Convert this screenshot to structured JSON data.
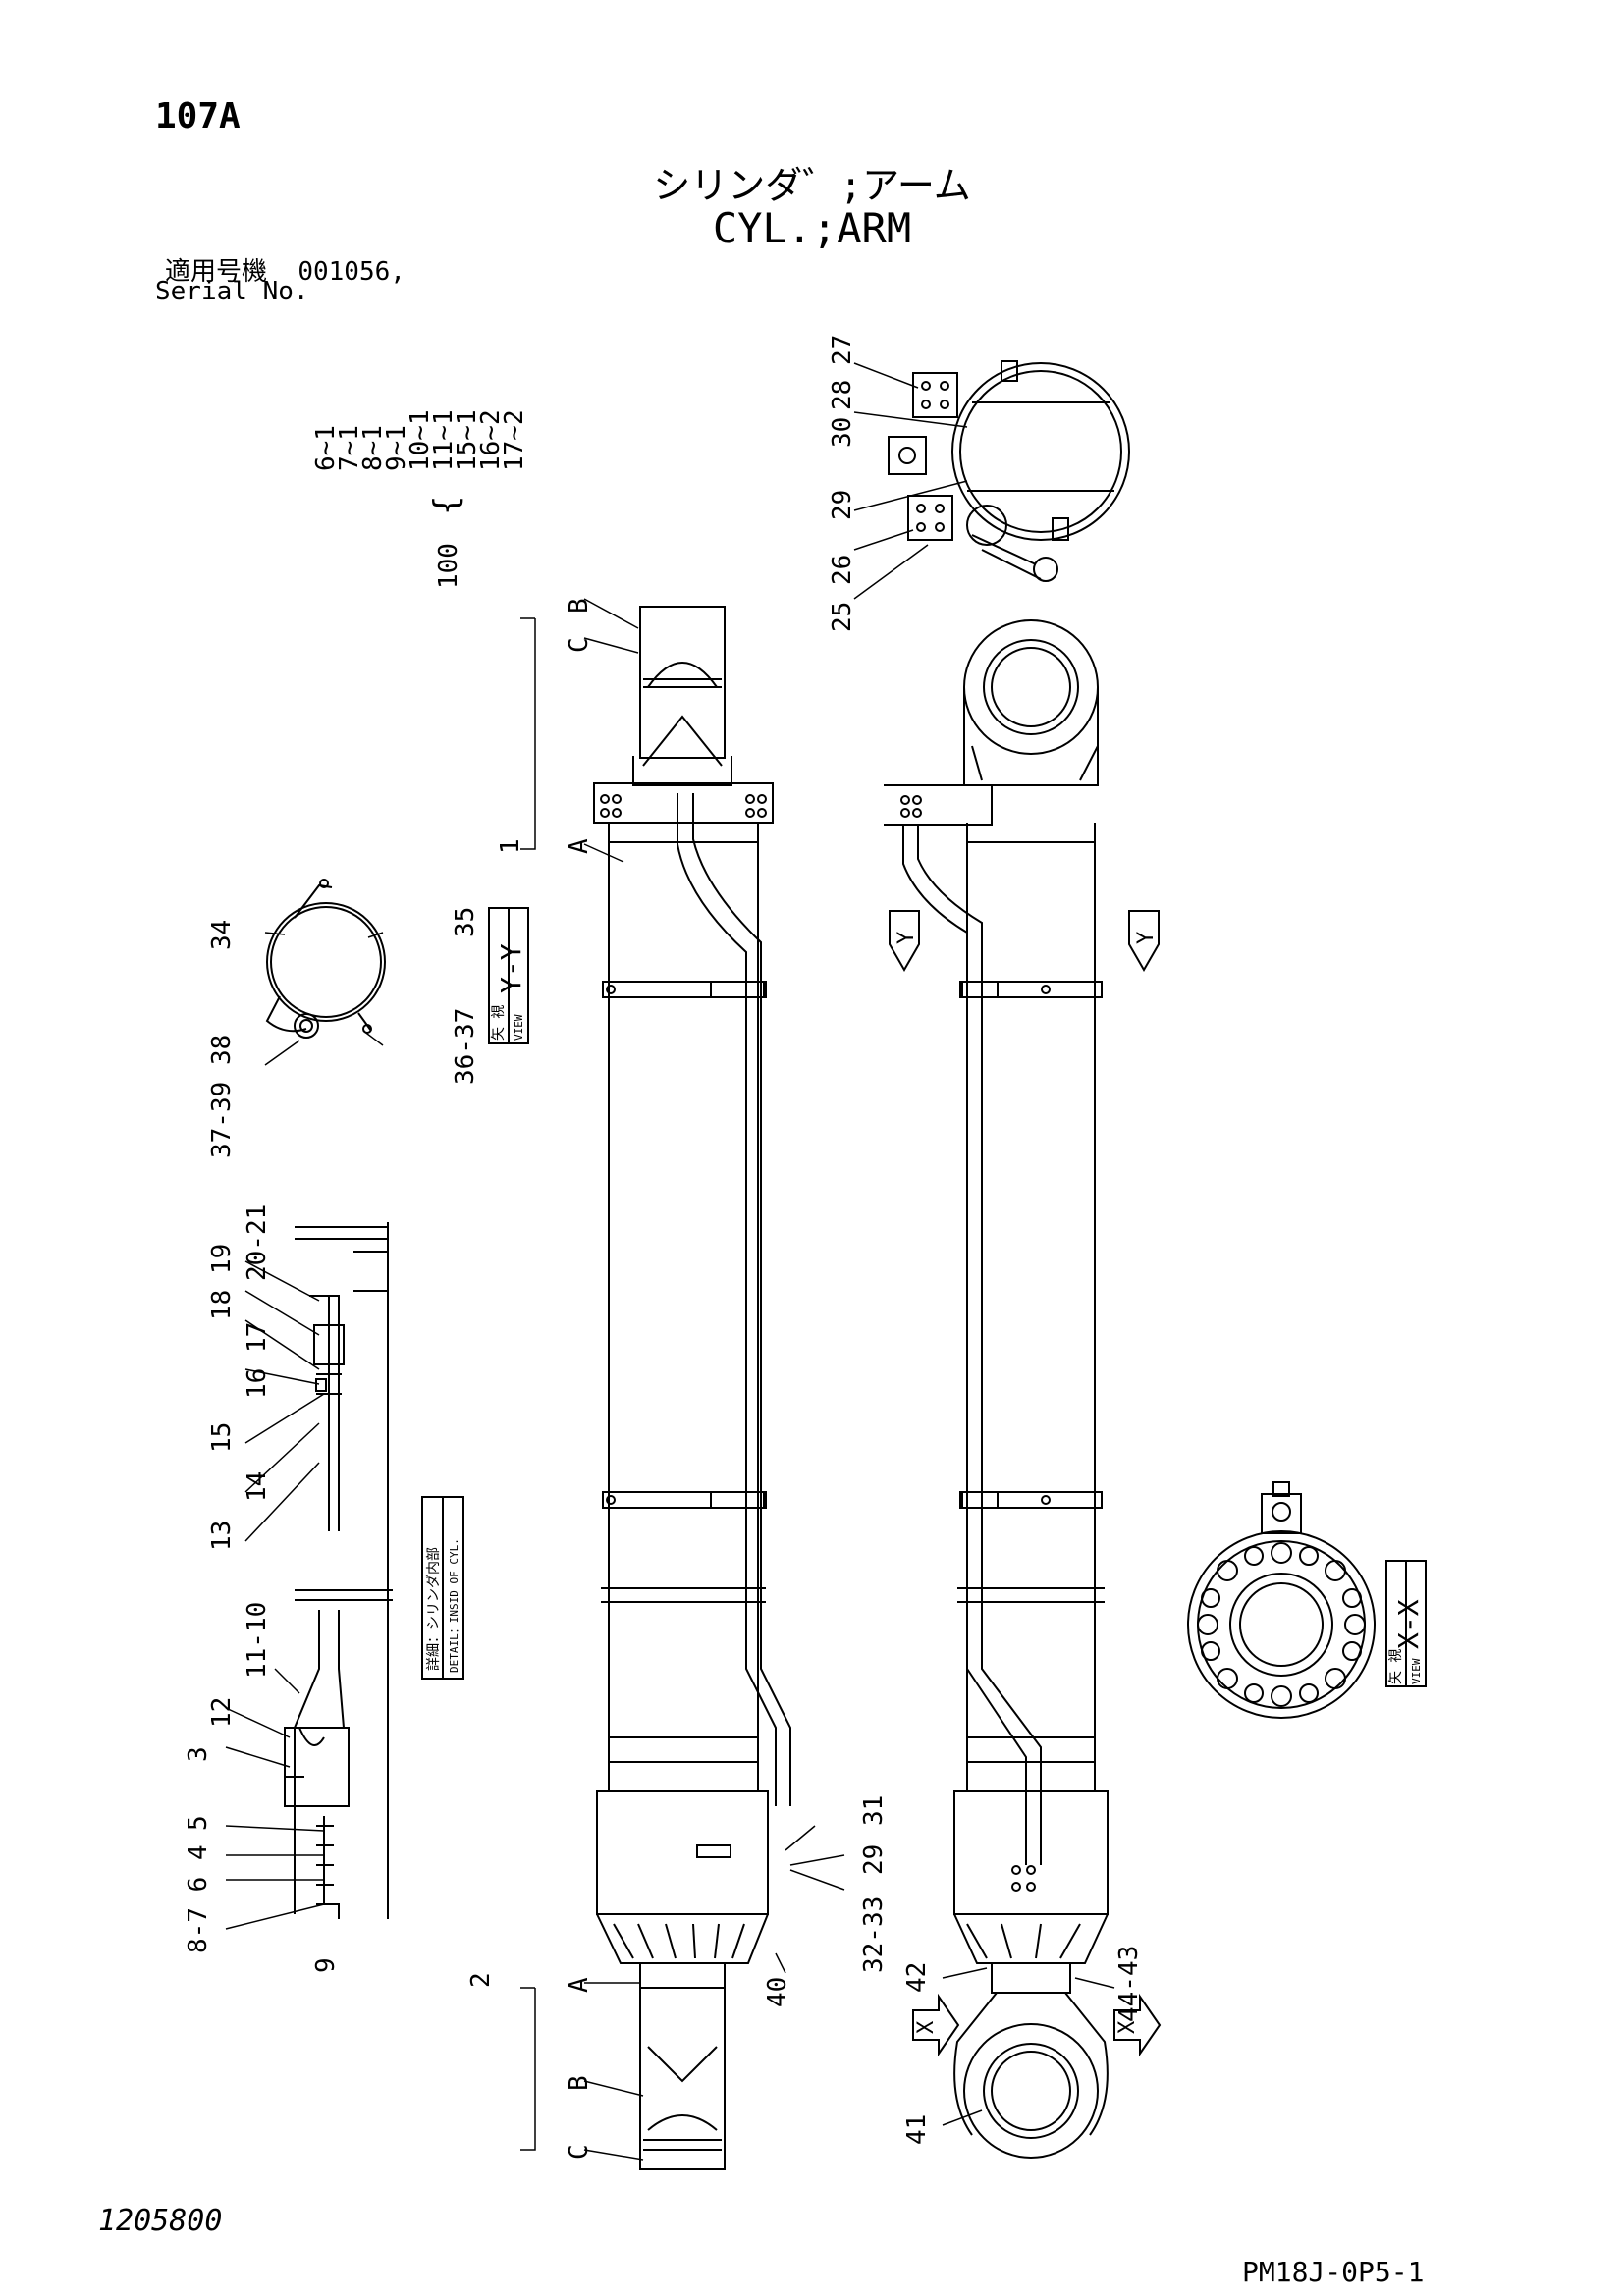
{
  "header": {
    "page_number": "107A",
    "title_jp": "シリンダ゛;アーム",
    "title_en": "CYL.;ARM",
    "serial_label_jp": "適用号機",
    "serial_value": "001056,",
    "serial_label_en": "Serial No."
  },
  "footer": {
    "drawing_number": "1205800",
    "sheet_code": "PM18J-0P5-1"
  },
  "kit": {
    "label": "100",
    "items": [
      "6~1",
      "7~1",
      "8~1",
      "9~1",
      "10~1",
      "11~1",
      "15~1",
      "16~2",
      "17~2"
    ]
  },
  "views": {
    "yy_box": "Y-Y",
    "xx_box": "X-X",
    "view_jp": "矢 視",
    "view_en": "VIEW",
    "detail_jp": "詳細：シリンダ内部",
    "detail_en": "DETAIL：INSID OF CYL.",
    "arrow_y": "Y",
    "arrow_x": "X"
  },
  "callouts": {
    "c1": "1",
    "c2": "2",
    "a_top": "A",
    "b_top": "B",
    "c_top": "C",
    "a_bot": "A",
    "b_bot": "B",
    "c_bot": "C",
    "c3": "3",
    "c4": "4",
    "c5": "5",
    "c9": "9",
    "c12": "12",
    "c13": "13",
    "c14": "14",
    "c15": "15",
    "c25": "25",
    "c26": "26",
    "c27": "27",
    "c28": "28",
    "c29a": "29",
    "c29b": "29",
    "c30": "30",
    "c31": "31",
    "c34": "34",
    "c35": "35",
    "c38": "38",
    "c40": "40",
    "c41": "41",
    "c42": "42",
    "c876": "8-7 6",
    "c1110": "11-10",
    "c1617": "16 17",
    "c1819": "18 19",
    "c2021": "20-21",
    "c3233": "32-33",
    "c3637": "36-37",
    "c3739": "37-39",
    "c4443": "44-43"
  },
  "accent_color": "#000000"
}
